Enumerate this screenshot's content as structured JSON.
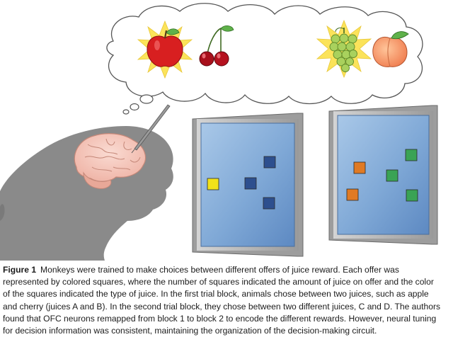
{
  "figure": {
    "caption_label": "Figure 1",
    "caption_text": "Monkeys were trained to make choices between different offers of juice reward. Each offer was represented by colored squares, where the number of squares indicated the amount of juice on offer and the color of the squares indicated the type of juice. In the first trial block, animals chose between two juices, such as apple and cherry (juices A and B). In the second trial block, they chose between two different juices, C and D. The authors found that OFC neurons remapped from block 1 to block 2 to encode the different rewards. However, neural tuning for decision information was consistent, maintaining the organization of the decision-making circuit."
  },
  "thought_bubble": {
    "fruits": [
      "apple-icon",
      "cherry-icon",
      "grapes-icon",
      "peach-icon"
    ]
  },
  "screens": [
    {
      "name": "block-1-screen",
      "squares": [
        "yellow",
        "navy",
        "navy",
        "navy"
      ]
    },
    {
      "name": "block-2-screen",
      "squares": [
        "orange",
        "orange",
        "green",
        "green",
        "green"
      ]
    }
  ],
  "colors": {
    "yellow": "#f2e21a",
    "navy": "#2d4f8e",
    "orange": "#e07a24",
    "green": "#3aa355",
    "monkey": "#8a8a8a",
    "brain": "#f4c3b8",
    "burst": "#fbe35a",
    "apple": "#d81f20",
    "cherry": "#a8101c",
    "grapes": "#a9d15d",
    "peach": "#f48a5c"
  }
}
